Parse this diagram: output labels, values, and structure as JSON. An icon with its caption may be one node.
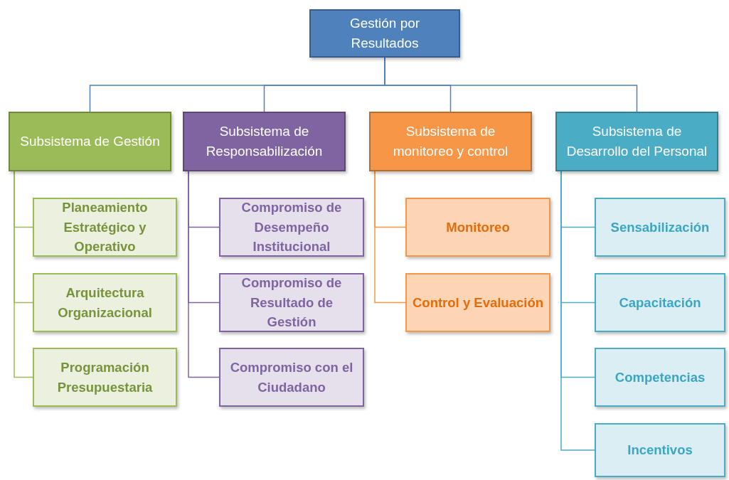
{
  "diagram": {
    "nodes": [
      {
        "text": [
          "Gestión por Resultados"
        ]
      },
      {
        "text": [
          "Subsistema de Gestión"
        ]
      },
      {
        "text": [
          "Planeamiento Estratégico y Operativo"
        ]
      },
      {
        "text": [
          "Arquitectura Organizacional"
        ]
      },
      {
        "text": [
          "Programación Presupuestaria"
        ]
      },
      {
        "text": [
          "Subsistema de Responsabilización"
        ]
      },
      {
        "text": [
          "Compromiso de Desempeño Institucional"
        ]
      },
      {
        "text": [
          "Compromiso de Resultado de Gestión"
        ]
      },
      {
        "text": [
          "Compromiso con el Ciudadano"
        ]
      },
      {
        "text": [
          "Subsistema de monitoreo y control"
        ]
      },
      {
        "text": [
          "Monitoreo"
        ]
      },
      {
        "text": [
          "Control y Evaluación"
        ]
      },
      {
        "text": [
          "Subsistema de Desarrollo del Personal"
        ]
      },
      {
        "text": [
          "Sensabilización"
        ]
      },
      {
        "text": [
          "Capacitación"
        ]
      },
      {
        "text": [
          "Competencias"
        ]
      },
      {
        "text": [
          "Incentivos"
        ]
      }
    ],
    "edges": [
      {
        "from": 0,
        "to": 1,
        "arrow": "none",
        "color": "#4f81bd"
      },
      {
        "from": 0,
        "to": 5,
        "arrow": "none",
        "color": "#4f81bd"
      },
      {
        "from": 0,
        "to": 9,
        "arrow": "none",
        "color": "#4f81bd"
      },
      {
        "from": 0,
        "to": 12,
        "arrow": "none",
        "color": "#4f81bd"
      },
      {
        "from": 1,
        "to": 2,
        "arrow": "none",
        "color": "#9bbb59"
      },
      {
        "from": 1,
        "to": 3,
        "arrow": "none",
        "color": "#9bbb59"
      },
      {
        "from": 1,
        "to": 4,
        "arrow": "none",
        "color": "#9bbb59"
      },
      {
        "from": 5,
        "to": 6,
        "arrow": "none",
        "color": "#8064a2"
      },
      {
        "from": 5,
        "to": 7,
        "arrow": "none",
        "color": "#8064a2"
      },
      {
        "from": 5,
        "to": 8,
        "arrow": "none",
        "color": "#8064a2"
      },
      {
        "from": 9,
        "to": 10,
        "arrow": "none",
        "color": "#f79646"
      },
      {
        "from": 9,
        "to": 11,
        "arrow": "none",
        "color": "#f79646"
      },
      {
        "from": 12,
        "to": 13,
        "arrow": "none",
        "color": "#4bacc6"
      },
      {
        "from": 12,
        "to": 14,
        "arrow": "none",
        "color": "#4bacc6"
      },
      {
        "from": 12,
        "to": 15,
        "arrow": "none",
        "color": "#4bacc6"
      },
      {
        "from": 12,
        "to": 16,
        "arrow": "none",
        "color": "#4bacc6"
      }
    ]
  }
}
